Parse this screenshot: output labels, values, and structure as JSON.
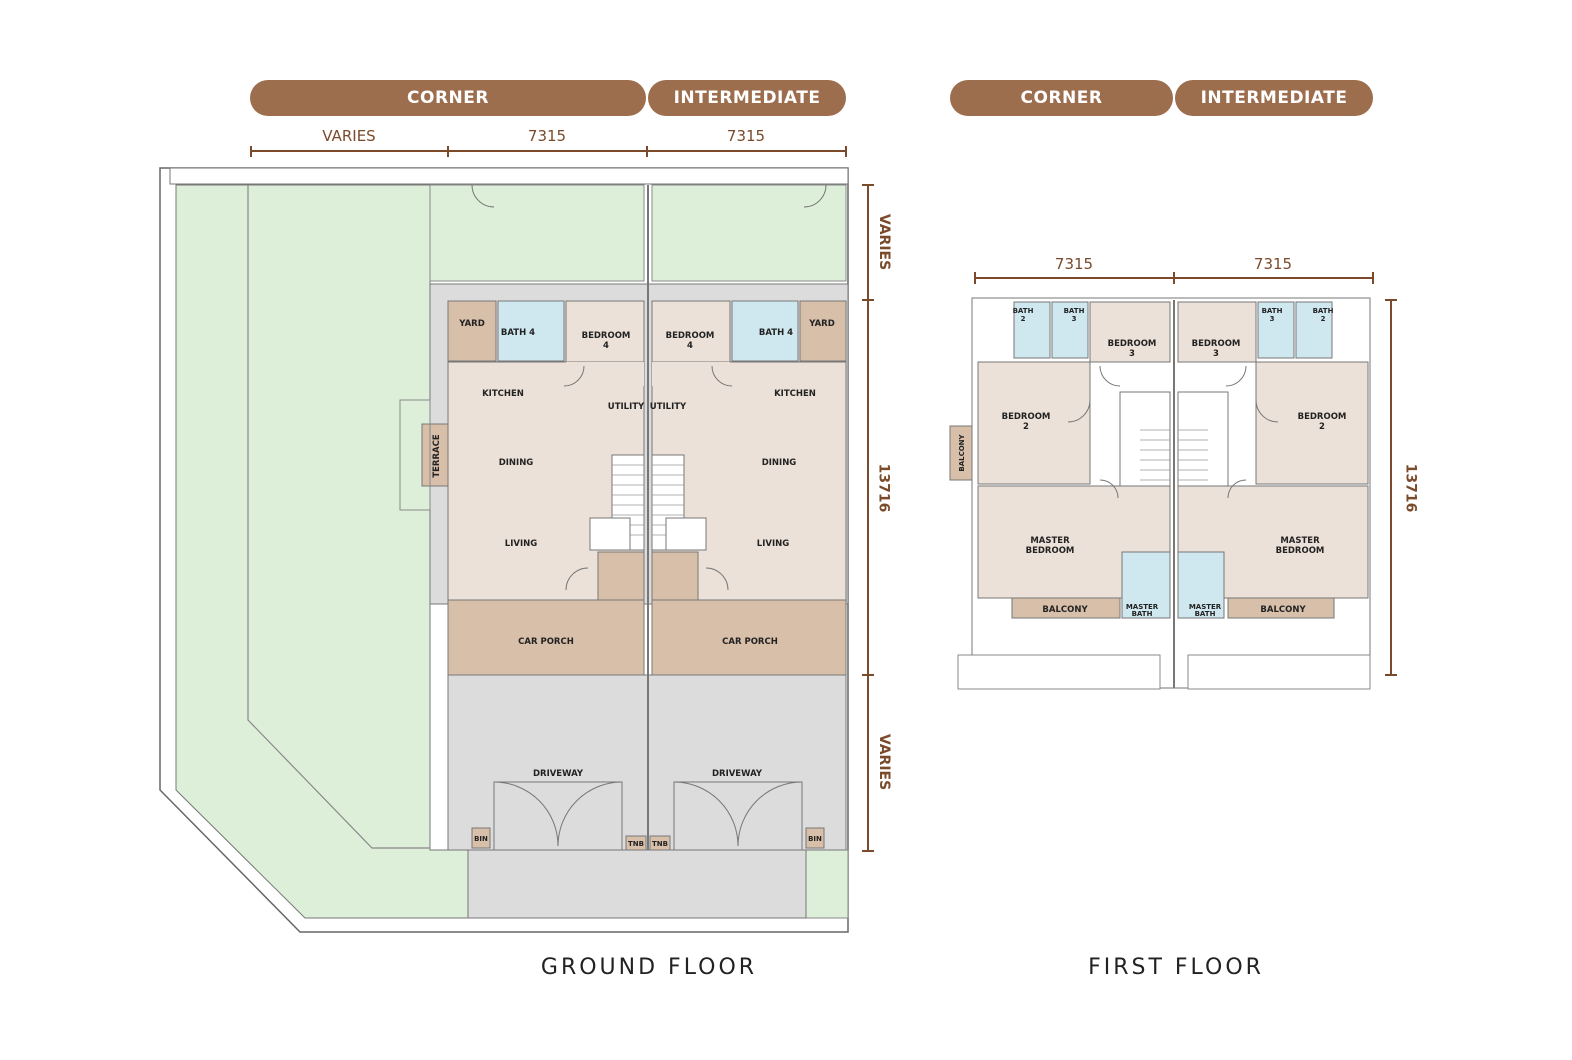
{
  "colors": {
    "pill": "#9c6e4e",
    "dimension": "#7a4a2a",
    "garden": "#deefd9",
    "room": "#ece1d8",
    "porch": "#d8bfaa",
    "wet": "#cfe7ef",
    "paving": "#dcdcdc",
    "wall": "#777777"
  },
  "ground_floor": {
    "title": "GROUND FLOOR",
    "tabs": {
      "corner": "CORNER",
      "intermediate": "INTERMEDIATE"
    },
    "top_dims": [
      "VARIES",
      "7315",
      "7315"
    ],
    "side_dims": [
      "VARIES",
      "13716",
      "VARIES"
    ],
    "rooms": {
      "yard": "YARD",
      "bath4": "BATH 4",
      "bedroom4_a": "BEDROOM",
      "bedroom4_b": "4",
      "kitchen": "KITCHEN",
      "utility": "UTILITY",
      "dining": "DINING",
      "living": "LIVING",
      "terrace": "TERRACE",
      "car_porch": "CAR PORCH",
      "driveway": "DRIVEWAY",
      "bin": "BIN",
      "tnb": "TNB"
    }
  },
  "first_floor": {
    "title": "FIRST FLOOR",
    "tabs": {
      "corner": "CORNER",
      "intermediate": "INTERMEDIATE"
    },
    "top_dims": [
      "7315",
      "7315"
    ],
    "side_dim": "13716",
    "rooms": {
      "bath": "BATH",
      "num2": "2",
      "num3": "3",
      "bedroom": "BEDROOM",
      "master_a": "MASTER",
      "master_b": "BEDROOM",
      "master_bath_a": "MASTER",
      "master_bath_b": "BATH",
      "balcony": "BALCONY"
    }
  }
}
